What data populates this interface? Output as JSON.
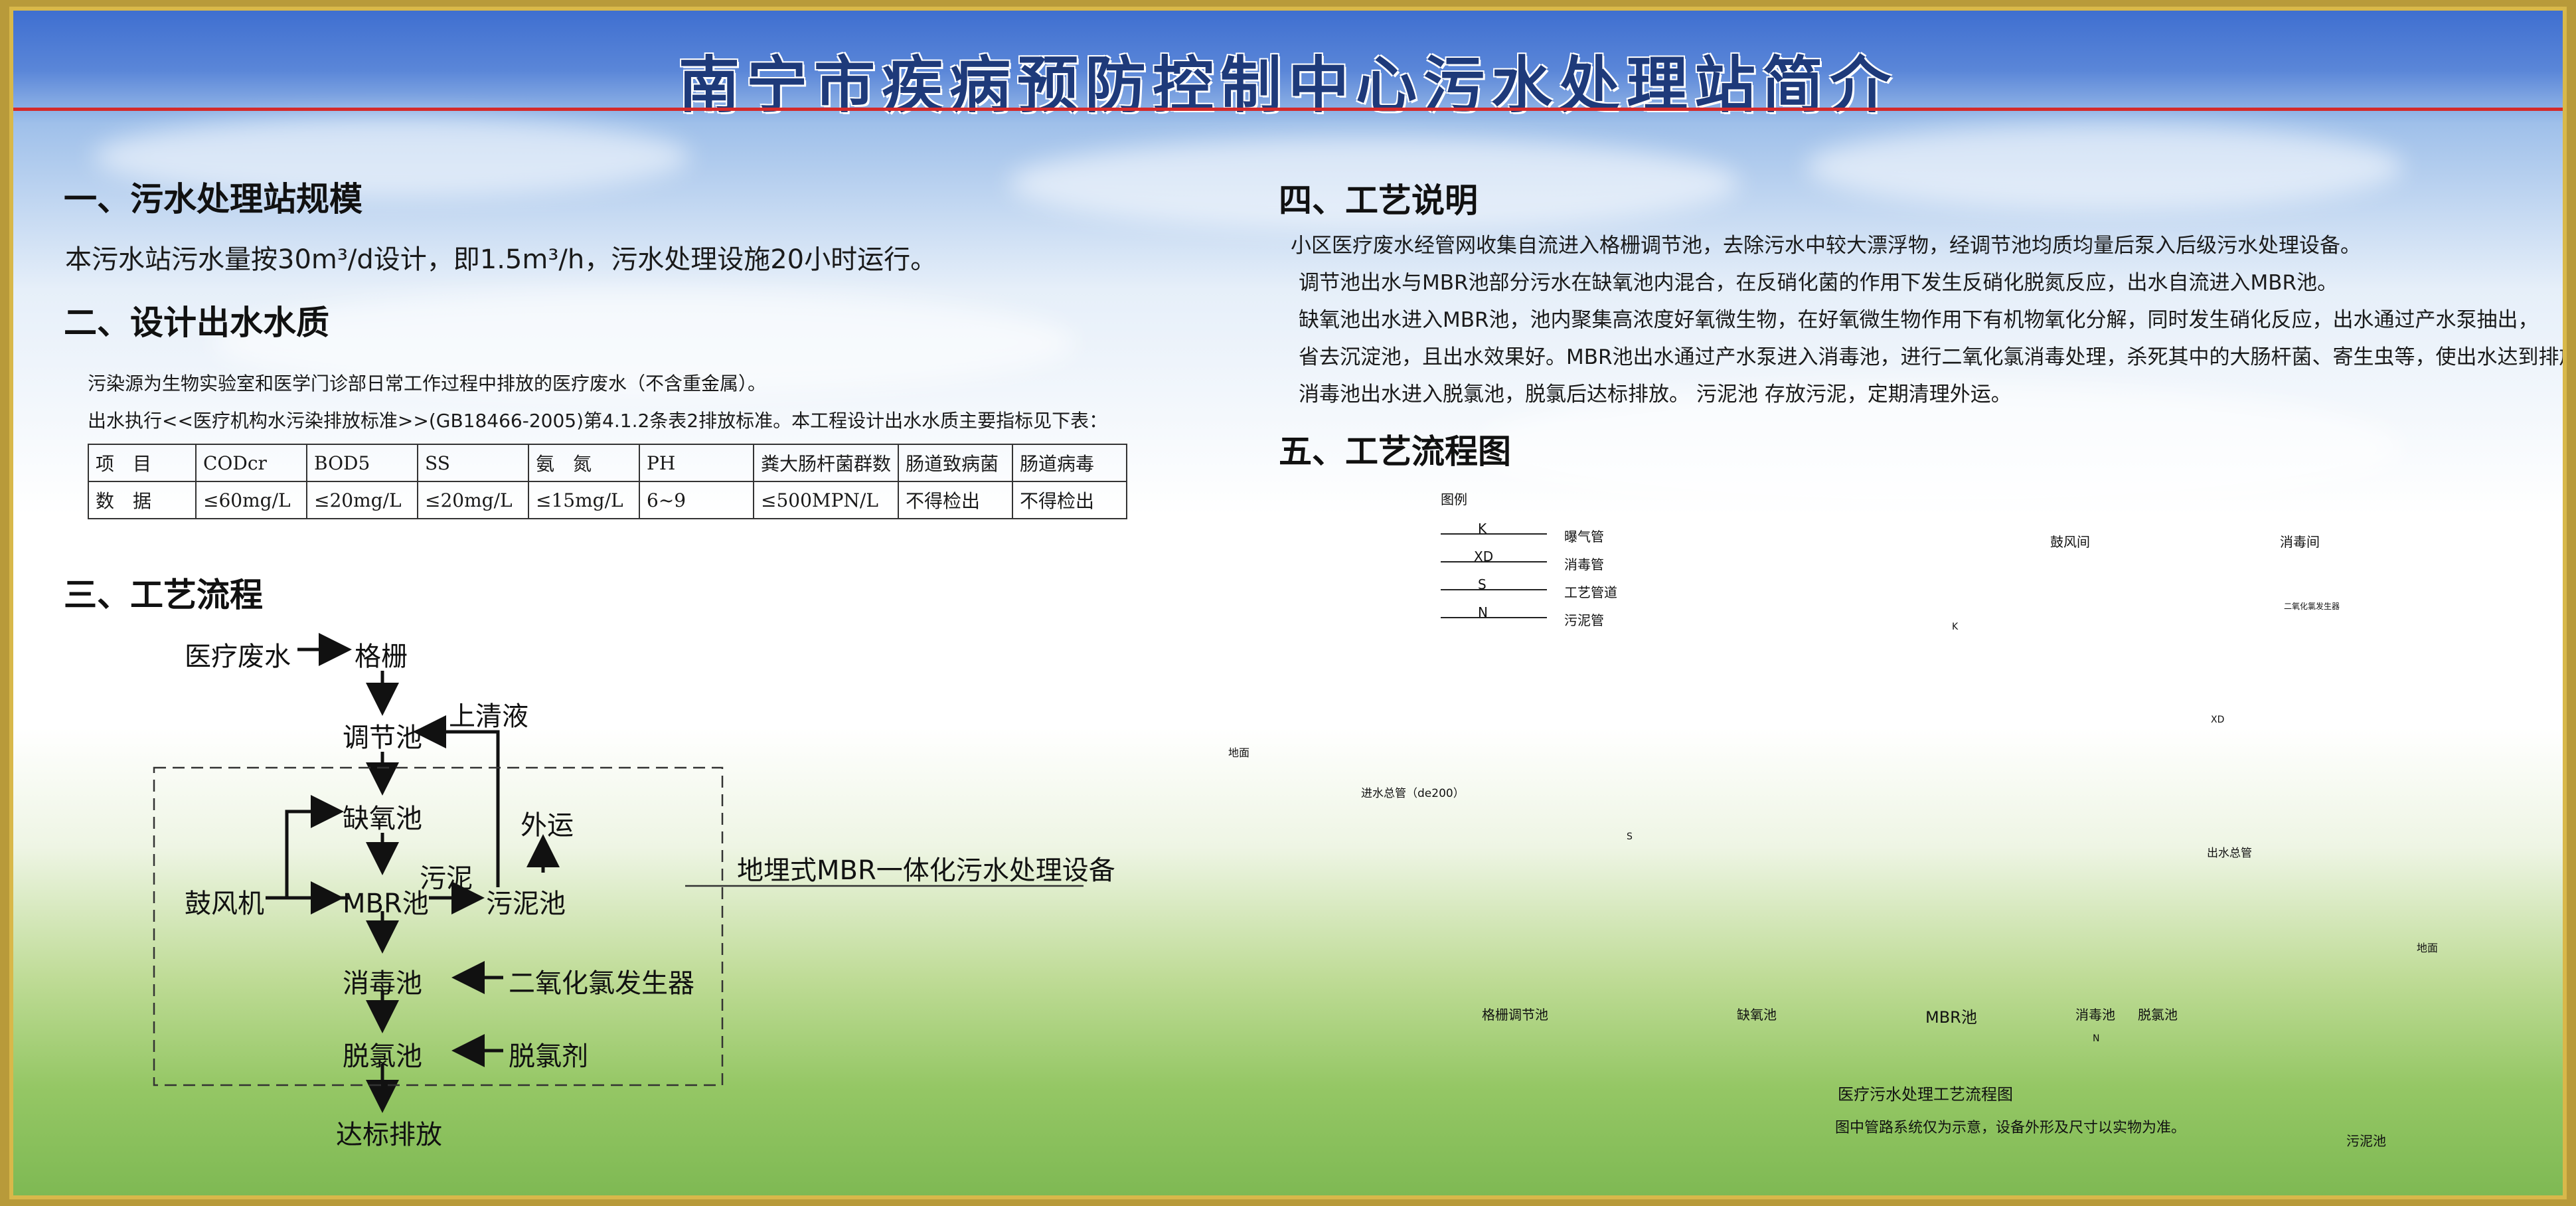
{
  "title": "南宁市疾病预防控制中心污水处理站简介",
  "section1": {
    "heading": "一、污水处理站规模",
    "text": "本污水站污水量按30m³/d设计，即1.5m³/h，污水处理设施20小时运行。"
  },
  "section2": {
    "heading": "二、设计出水水质",
    "line1": "污染源为生物实验室和医学门诊部日常工作过程中排放的医疗废水（不含重金属）。",
    "line2": "出水执行<<医疗机构水污染排放标准>>(GB18466-2005)第4.1.2条表2排放标准。本工程设计出水水质主要指标见下表：",
    "table": {
      "headers": [
        "项　目",
        "CODcr",
        "BOD5",
        "SS",
        "氨　氮",
        "PH",
        "粪大肠杆菌群数",
        "肠道致病菌",
        "肠道病毒"
      ],
      "values": [
        "数　据",
        "≤60mg/L",
        "≤20mg/L",
        "≤20mg/L",
        "≤15mg/L",
        "6~9",
        "≤500MPN/L",
        "不得检出",
        "不得检出"
      ]
    }
  },
  "section3": {
    "heading": "三、工艺流程",
    "nodes": {
      "waste": "医疗废水",
      "grille": "格栅",
      "regulate": "调节池",
      "supernatant": "上清液",
      "anoxic": "缺氧池",
      "outbound": "外运",
      "blower": "鼓风机",
      "mbr": "MBR池",
      "sludge_label": "污泥",
      "sludge_tank": "污泥池",
      "disinfect": "消毒池",
      "clo2": "二氧化氯发生器",
      "dechlor": "脱氯池",
      "dechlor_agent": "脱氯剂",
      "discharge": "达标排放"
    },
    "equipment_label": "地埋式MBR一体化污水处理设备"
  },
  "section4": {
    "heading": "四、工艺说明",
    "lines": [
      "小区医疗废水经管网收集自流进入格栅调节池，去除污水中较大漂浮物，经调节池均质均量后泵入后级污水处理设备。",
      "调节池出水与MBR池部分污水在缺氧池内混合，在反硝化菌的作用下发生反硝化脱氮反应，出水自流进入MBR池。",
      "缺氧池出水进入MBR池，池内聚集高浓度好氧微生物，在好氧微生物作用下有机物氧化分解，同时发生硝化反应，出水通过产水泵抽出，",
      "省去沉淀池，且出水效果好。MBR池出水通过产水泵进入消毒池，进行二氧化氯消毒处理，杀死其中的大肠杆菌、寄生虫等，使出水达到排放标准。",
      "消毒池出水进入脱氯池，脱氯后达标排放。 污泥池 存放污泥，定期清理外运。"
    ]
  },
  "section5": {
    "heading": "五、工艺流程图",
    "legend": {
      "title": "图例",
      "items": [
        {
          "code": "K",
          "label": "曝气管"
        },
        {
          "code": "XD",
          "label": "消毒管"
        },
        {
          "code": "S",
          "label": "工艺管道"
        },
        {
          "code": "N",
          "label": "污泥管"
        }
      ]
    },
    "labels": {
      "blower_room": "鼓风间",
      "disinfect_room": "消毒间",
      "ground1": "地面",
      "ground2": "地面",
      "inlet": "进水总管（de200）",
      "outlet": "出水总管",
      "grille_tank": "格栅调节池",
      "anoxic_tank": "缺氧池",
      "mbr_tank": "MBR池",
      "disinfect_tank": "消毒池",
      "dechlor_tank": "脱氯池",
      "sludge_tank": "污泥池",
      "xd": "XD",
      "k": "K",
      "s": "S",
      "n": "N",
      "clo2_small": "二氧化氯发生器"
    },
    "caption": "医疗污水处理工艺流程图",
    "note": "图中管路系统仅为示意，设备外形及尺寸以实物为准。"
  },
  "colors": {
    "sky": "#3f6fd0",
    "grass": "#7db852",
    "title_text": "#1e3a7a",
    "title_rule": "#d42a2a",
    "frame": "#d8b84a"
  }
}
